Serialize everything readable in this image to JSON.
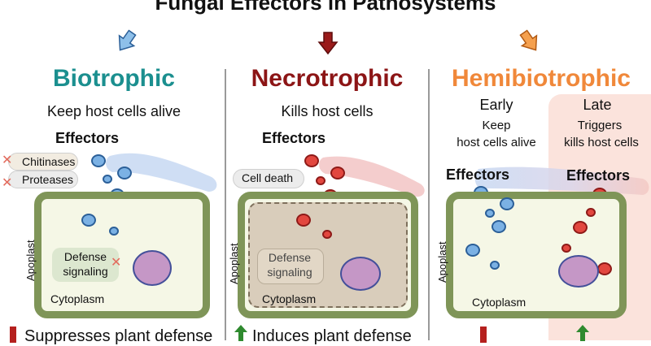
{
  "title": "Fungal Effectors in Pathosystems",
  "colors": {
    "biotrophic": "#1b8f8f",
    "necrotrophic": "#8c1516",
    "hemibiotrophic": "#f0883a",
    "cell_wall": "#7f9558",
    "effector_blue": "#7bb1e4",
    "effector_red": "#e2473f",
    "nucleus": "#c597c6"
  },
  "arrows": {
    "biotrophic": "arrow-down-left-icon",
    "necrotrophic": "arrow-down-icon",
    "hemibiotrophic": "arrow-down-right-icon"
  },
  "biotrophic": {
    "title": "Biotrophic",
    "subtitle": "Keep host cells alive",
    "effectors": "Effectors",
    "chitinases": "Chitinases",
    "proteases": "Proteases",
    "apoplast": "Apoplast",
    "defense_line1": "Defense",
    "defense_line2": "signaling",
    "cytoplasm": "Cytoplasm",
    "bottom": "Suppresses plant defense"
  },
  "necrotrophic": {
    "title": "Necrotrophic",
    "subtitle": "Kills host cells",
    "effectors": "Effectors",
    "cell_death": "Cell death",
    "apoplast": "Apoplast",
    "defense_line1": "Defense",
    "defense_line2": "signaling",
    "cytoplasm": "Cytoplasm",
    "bottom": "Induces plant defense"
  },
  "hemibiotrophic": {
    "title": "Hemibiotrophic",
    "early": "Early",
    "early_line1": "Keep",
    "early_line2": "host cells alive",
    "late": "Late",
    "late_line1": "Triggers",
    "late_line2": "kills host cells",
    "effectors_early": "Effectors",
    "effectors_late": "Effectors",
    "apoplast": "Apoplast",
    "cytoplasm": "Cytoplasm"
  }
}
